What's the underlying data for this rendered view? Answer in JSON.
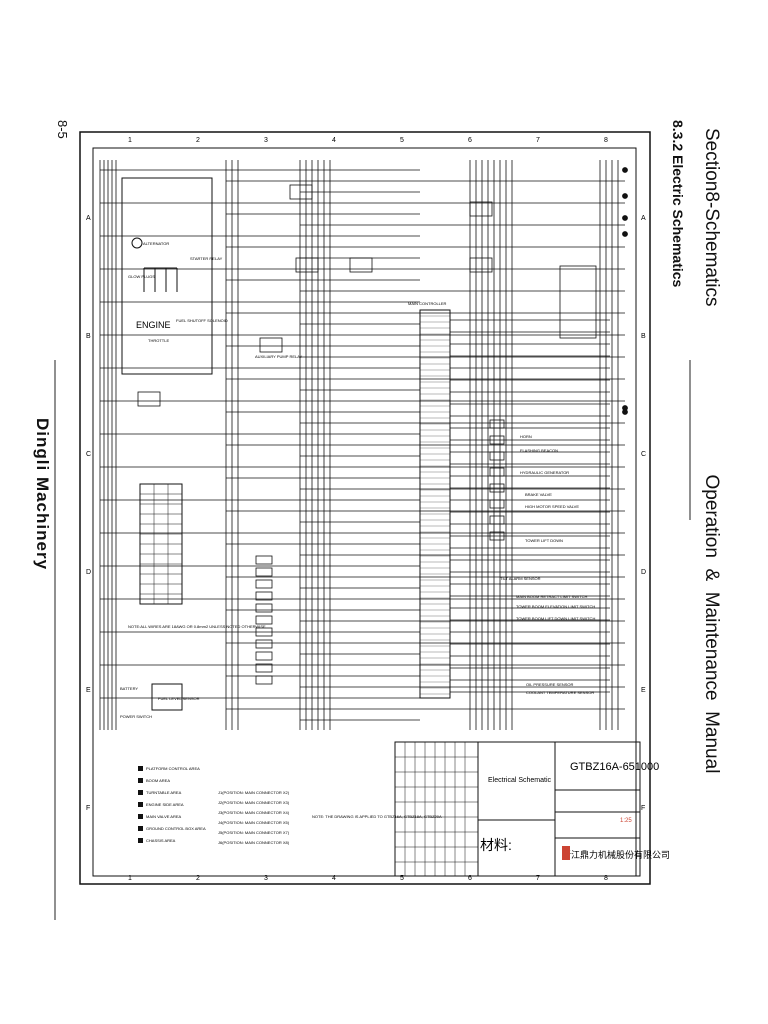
{
  "header": {
    "section": "Section8-Schematics",
    "manual_parts": [
      "Operation",
      "&",
      "Maintenance",
      "Manual"
    ]
  },
  "subsection": "8.3.2 Electric Schematics",
  "page_number": "8-5",
  "company": "Dingli Machinery",
  "schematic": {
    "title_block": {
      "drawing_no": "GTBZ16A-651000",
      "title": "Electrical Schematic",
      "material_label": "材料:",
      "scale": "1:25",
      "company_cn": "浙江鼎力机械股份有限公司"
    },
    "col_labels": [
      "1",
      "2",
      "3",
      "4",
      "5",
      "6",
      "7",
      "8"
    ],
    "row_labels": [
      "A",
      "B",
      "C",
      "D",
      "E",
      "F"
    ],
    "components": [
      "ENGINE",
      "ALTERNATOR",
      "GLOW PLUGS",
      "THROTTLE",
      "STARTER RELAY",
      "FUEL SHUTOFF SOLENOID",
      "AUXILIARY PUMP RELAY",
      "MAIN CONTROLLER",
      "HORN",
      "FLASHING BEACON",
      "HYDRAULIC GENERATOR",
      "BRAKE VALVE",
      "HIGH MOTOR SPEED VALVE",
      "TOWER LIFT DOWN",
      "TILT ALARM SENSOR",
      "MAIN BOOM RETRACT LIMIT SWITCH",
      "TOWER BOOM ELEVATION LIMIT SWITCH",
      "TOWER BOOM LIFT DOWN LIMIT SWITCH",
      "OIL PRESSURE SENSOR",
      "COOLANT TEMPERATURE SENSOR",
      "BATTERY",
      "POWER SWITCH",
      "FUEL LEVEL SENSOR"
    ],
    "legend_areas": [
      "PLATFORM CONTROL AREA",
      "BOOM AREA",
      "TURNTABLE AREA",
      "ENGINE SIDE AREA",
      "MAIN VALVE AREA",
      "GROUND CONTROL BOX AREA",
      "CHASSIS AREA"
    ],
    "connectors": [
      "J1(POSITION: MAIN CONNECTOR X2)",
      "J2(POSITION: MAIN CONNECTOR X3)",
      "J3(POSITION: MAIN CONNECTOR X4)",
      "J4(POSITION: MAIN CONNECTOR X5)",
      "J5(POSITION: MAIN CONNECTOR X7)",
      "J6(POSITION: MAIN CONNECTOR X8)"
    ],
    "notes": [
      "NOTE:ALL WIRES ARE 18AWG OR 0.8mm2 UNLESS NOTED OTHERWISE",
      "NOTE: THE DRAWING IS APPLIED TO GTBZ16A, GTBZ18A, GTBZ20A"
    ]
  }
}
